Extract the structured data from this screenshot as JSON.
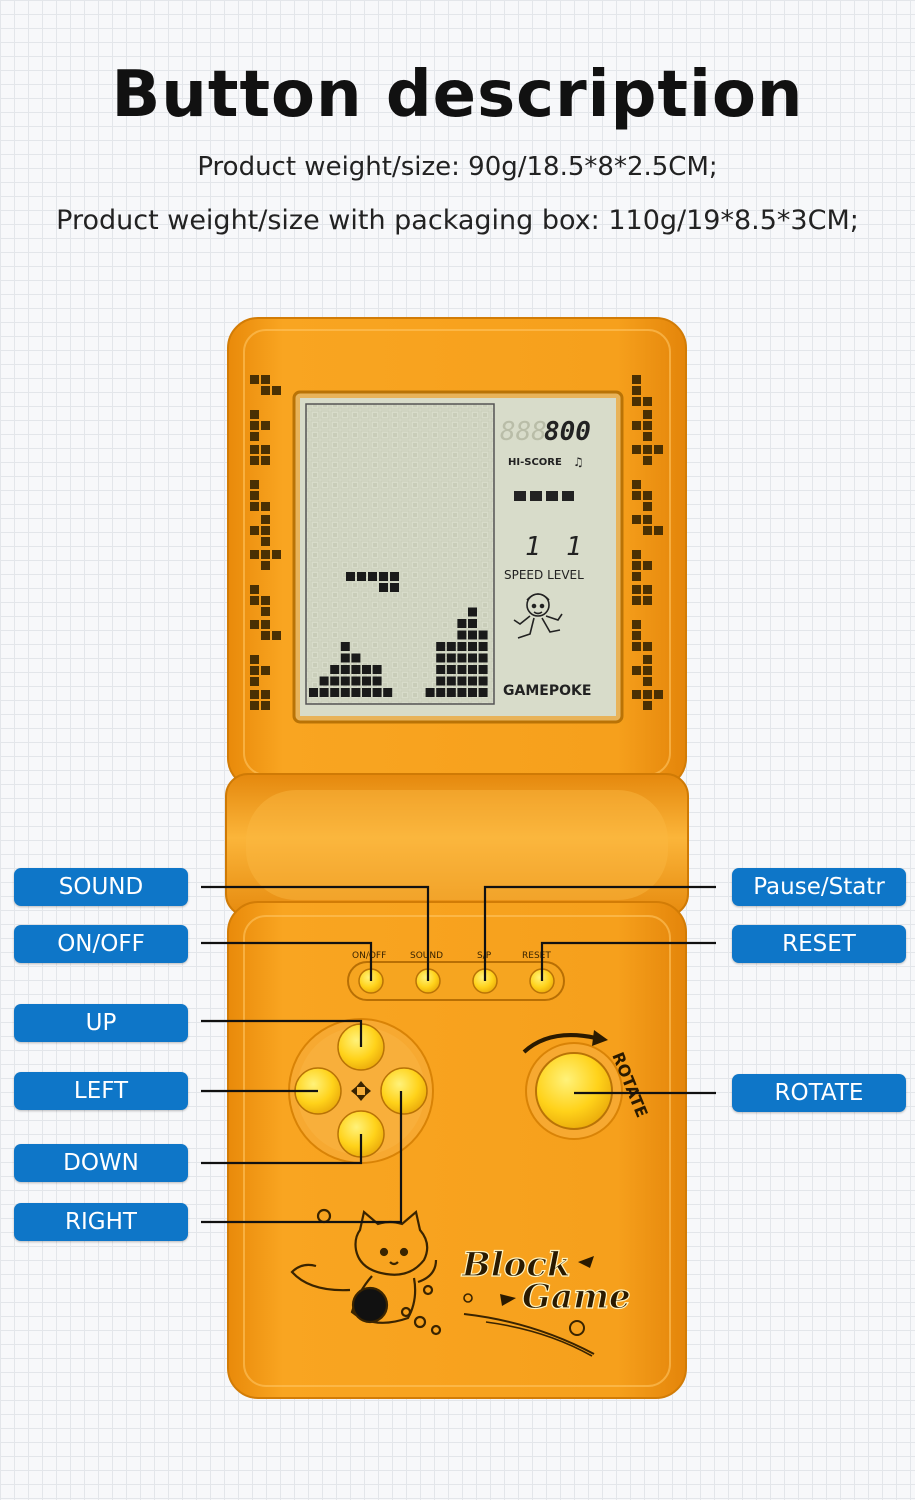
{
  "header": {
    "title": "Button description",
    "line1": "Product weight/size: 90g/18.5*8*2.5CM;",
    "line2": "Product weight/size with packaging box: 110g/19*8.5*3CM;"
  },
  "lcd": {
    "score": "800",
    "score_ghost": "888",
    "hi_score_label": "HI-SCORE",
    "speed_digit": "1",
    "level_digit": "1",
    "speed_level_label": "SPEED LEVEL",
    "brand": "GAMEPOKE"
  },
  "small_buttons": {
    "on_off": "ON/OFF",
    "sound": "SOUND",
    "sp": "S/P",
    "reset": "RESET"
  },
  "rotate_text": "ROTATE",
  "logo_text": {
    "line1": "Block",
    "line2": "Game"
  },
  "labels": {
    "sound": "SOUND",
    "on_off": "ON/OFF",
    "up": "UP",
    "left": "LEFT",
    "down": "DOWN",
    "right": "RIGHT",
    "pause_start": "Pause/Statr",
    "reset": "RESET",
    "rotate": "ROTATE"
  },
  "colors": {
    "body": "#f59a18",
    "body_dark": "#d97f08",
    "button_yellow": "#ffd21a",
    "label_blue": "#0e76c8",
    "lcd_bg": "#d8dcca"
  },
  "icons": [
    "cat-mascot-icon",
    "kid-runner-icon",
    "rotate-arrow-icon",
    "dpad-center-icon"
  ]
}
